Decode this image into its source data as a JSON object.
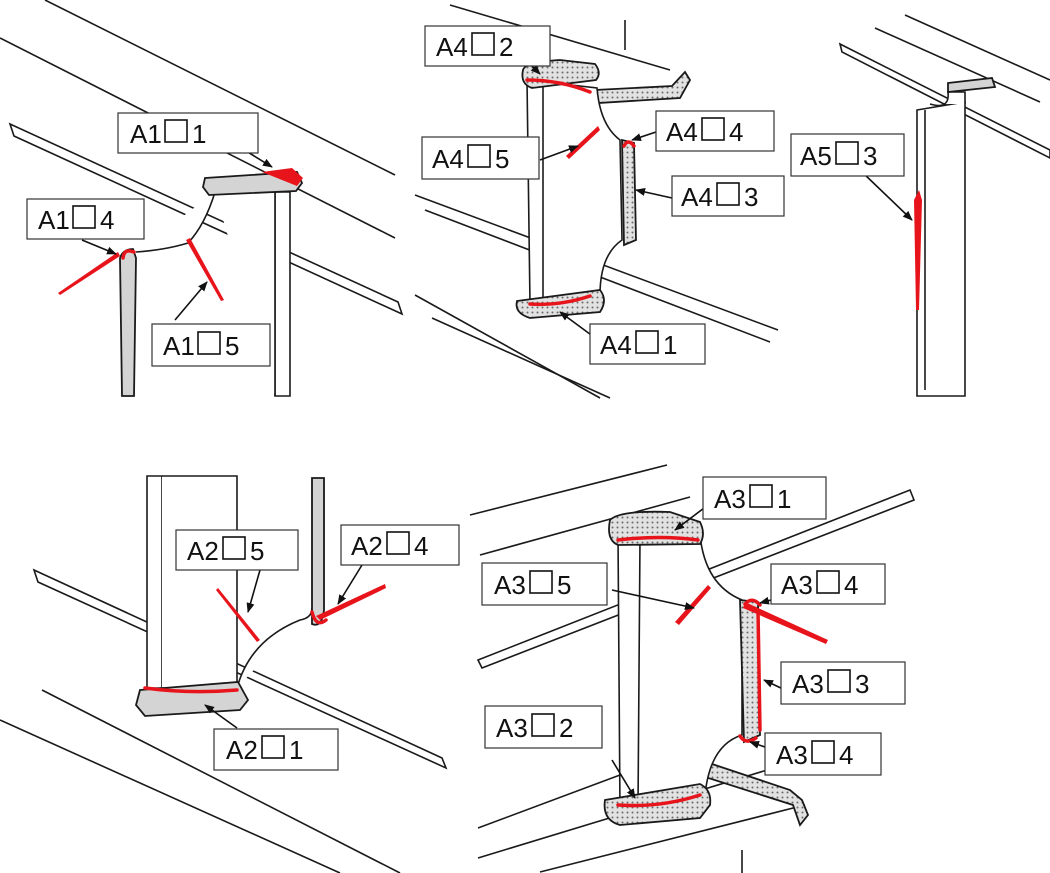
{
  "labels": {
    "a1_1": {
      "pre": "A1",
      "post": "1"
    },
    "a1_4": {
      "pre": "A1",
      "post": "4"
    },
    "a1_5": {
      "pre": "A1",
      "post": "5"
    },
    "a4_2": {
      "pre": "A4",
      "post": "2"
    },
    "a4_5": {
      "pre": "A4",
      "post": "5"
    },
    "a4_4": {
      "pre": "A4",
      "post": "4"
    },
    "a4_3": {
      "pre": "A4",
      "post": "3"
    },
    "a4_1": {
      "pre": "A4",
      "post": "1"
    },
    "a5_3": {
      "pre": "A5",
      "post": "3"
    },
    "a2_5": {
      "pre": "A2",
      "post": "5"
    },
    "a2_4": {
      "pre": "A2",
      "post": "4"
    },
    "a2_1": {
      "pre": "A2",
      "post": "1"
    },
    "a3_1": {
      "pre": "A3",
      "post": "1"
    },
    "a3_5": {
      "pre": "A3",
      "post": "5"
    },
    "a3_4a": {
      "pre": "A3",
      "post": "4"
    },
    "a3_3": {
      "pre": "A3",
      "post": "3"
    },
    "a3_2": {
      "pre": "A3",
      "post": "2"
    },
    "a3_4b": {
      "pre": "A3",
      "post": "4"
    }
  },
  "colors": {
    "crack": "#e8141b",
    "flange_fill": "#d4d4d4",
    "line": "#1a1a1a"
  }
}
